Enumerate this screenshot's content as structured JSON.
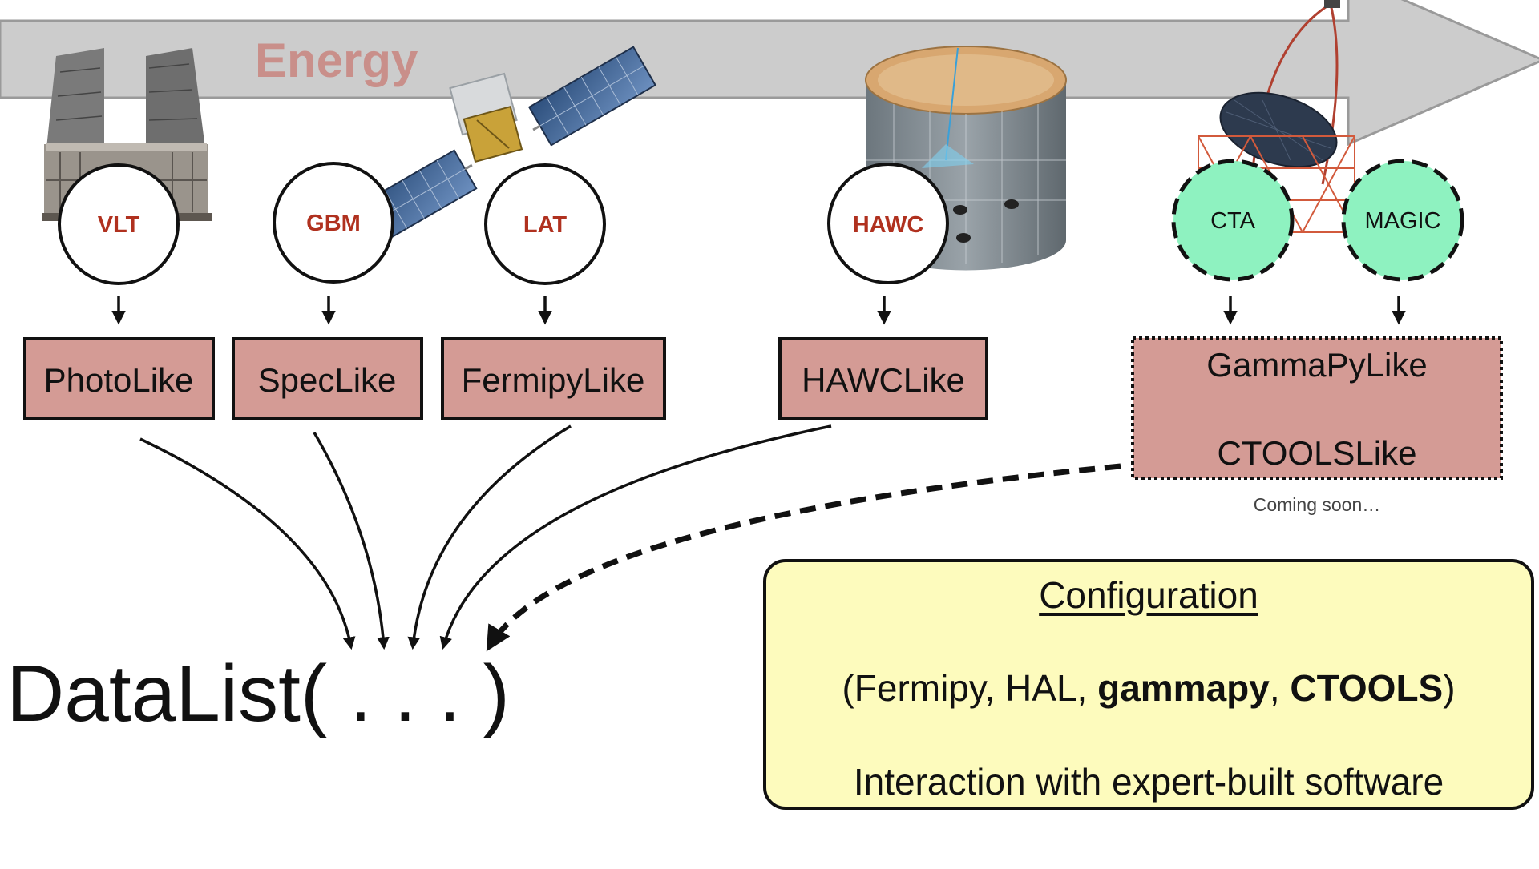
{
  "energy_arrow": {
    "label": "Energy"
  },
  "instruments": [
    {
      "id": "vlt",
      "label": "VLT",
      "style": "white"
    },
    {
      "id": "gbm",
      "label": "GBM",
      "style": "white"
    },
    {
      "id": "lat",
      "label": "LAT",
      "style": "white"
    },
    {
      "id": "hawc",
      "label": "HAWC",
      "style": "white"
    },
    {
      "id": "cta",
      "label": "CTA",
      "style": "green"
    },
    {
      "id": "magic",
      "label": "MAGIC",
      "style": "green"
    }
  ],
  "plugins": [
    {
      "id": "photolike",
      "label": "PhotoLike"
    },
    {
      "id": "speclike",
      "label": "SpecLike"
    },
    {
      "id": "fermipylike",
      "label": "FermipyLike"
    },
    {
      "id": "hawclike",
      "label": "HAWCLike"
    }
  ],
  "upcoming_plugins": {
    "labels": [
      "GammaPyLike",
      "CTOOLSLike"
    ],
    "note": "Coming soon…"
  },
  "datalist": {
    "label": "DataList(  .  .  .  )"
  },
  "configuration": {
    "title": "Configuration",
    "tools_open": "(",
    "tool1": "Fermipy",
    "sep1": ", ",
    "tool2": "HAL",
    "sep2": ", ",
    "tool3": "gammapy",
    "sep3": ", ",
    "tool4": "CTOOLS",
    "tools_close": ")",
    "description": "Interaction with expert-built  software"
  },
  "colors": {
    "plugin_fill": "#d49b95",
    "upcoming_fill": "#d49b95",
    "green_circle": "#8ef2c0",
    "config_fill": "#fdfbbd",
    "energy_arrow": "#cccccc",
    "instrument_label": "#b0311f"
  }
}
